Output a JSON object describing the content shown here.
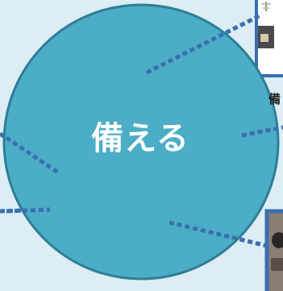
{
  "center_label": "備える",
  "side_label": "備",
  "colors": {
    "background": "#dcedf4",
    "circle_fill": "#4badc6",
    "circle_stroke": "#2f7d96",
    "connector": "#3a6fb0",
    "thumb_border": "#3a6fb0"
  },
  "thumbnails": [
    {
      "name": "thumbnail-top-right",
      "content": "tree-plant-photo"
    },
    {
      "name": "thumbnail-bottom-right",
      "content": "dark-object-photo"
    }
  ]
}
